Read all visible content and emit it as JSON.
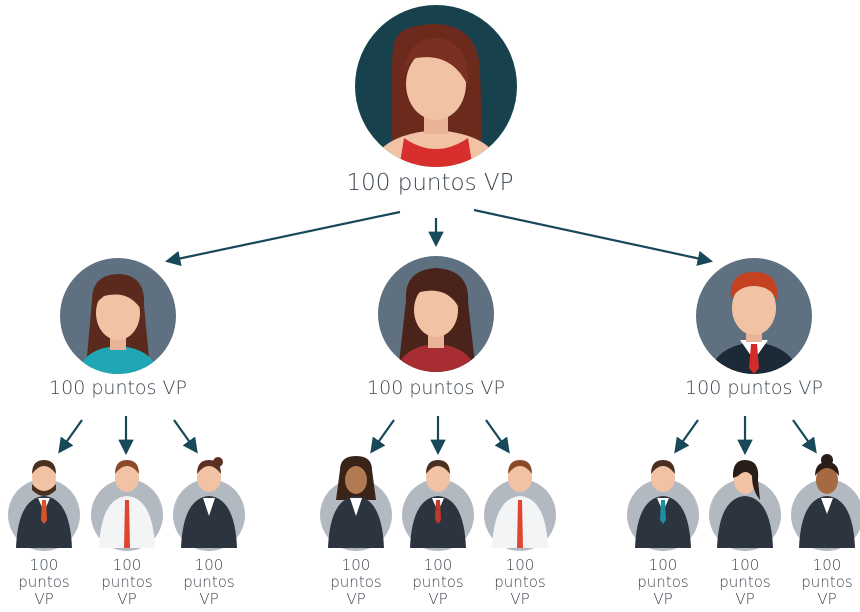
{
  "nodes": {
    "top": {
      "label": "100 puntos VP"
    },
    "level2": [
      {
        "label": "100 puntos VP"
      },
      {
        "label": "100 puntos VP"
      },
      {
        "label": "100 puntos VP"
      }
    ],
    "level3": [
      {
        "label": "100 puntos VP"
      },
      {
        "label": "100 puntos VP"
      },
      {
        "label": "100 puntos VP"
      },
      {
        "label": "100 puntos VP"
      },
      {
        "label": "100 puntos VP"
      },
      {
        "label": "100 puntos VP"
      },
      {
        "label": "100 puntos VP"
      },
      {
        "label": "100 puntos VP"
      },
      {
        "label": "100 puntos VP"
      }
    ]
  },
  "colors": {
    "arrow": "#17495a",
    "top_circle": "#17414d",
    "mid_circle": "#5f7080",
    "small_circle": "#b3b9c0",
    "skin": "#f2c2a4",
    "label_text": "#3d4750"
  },
  "icons": [
    "woman-avatar-icon",
    "man-avatar-icon",
    "arrow-down-icon"
  ]
}
